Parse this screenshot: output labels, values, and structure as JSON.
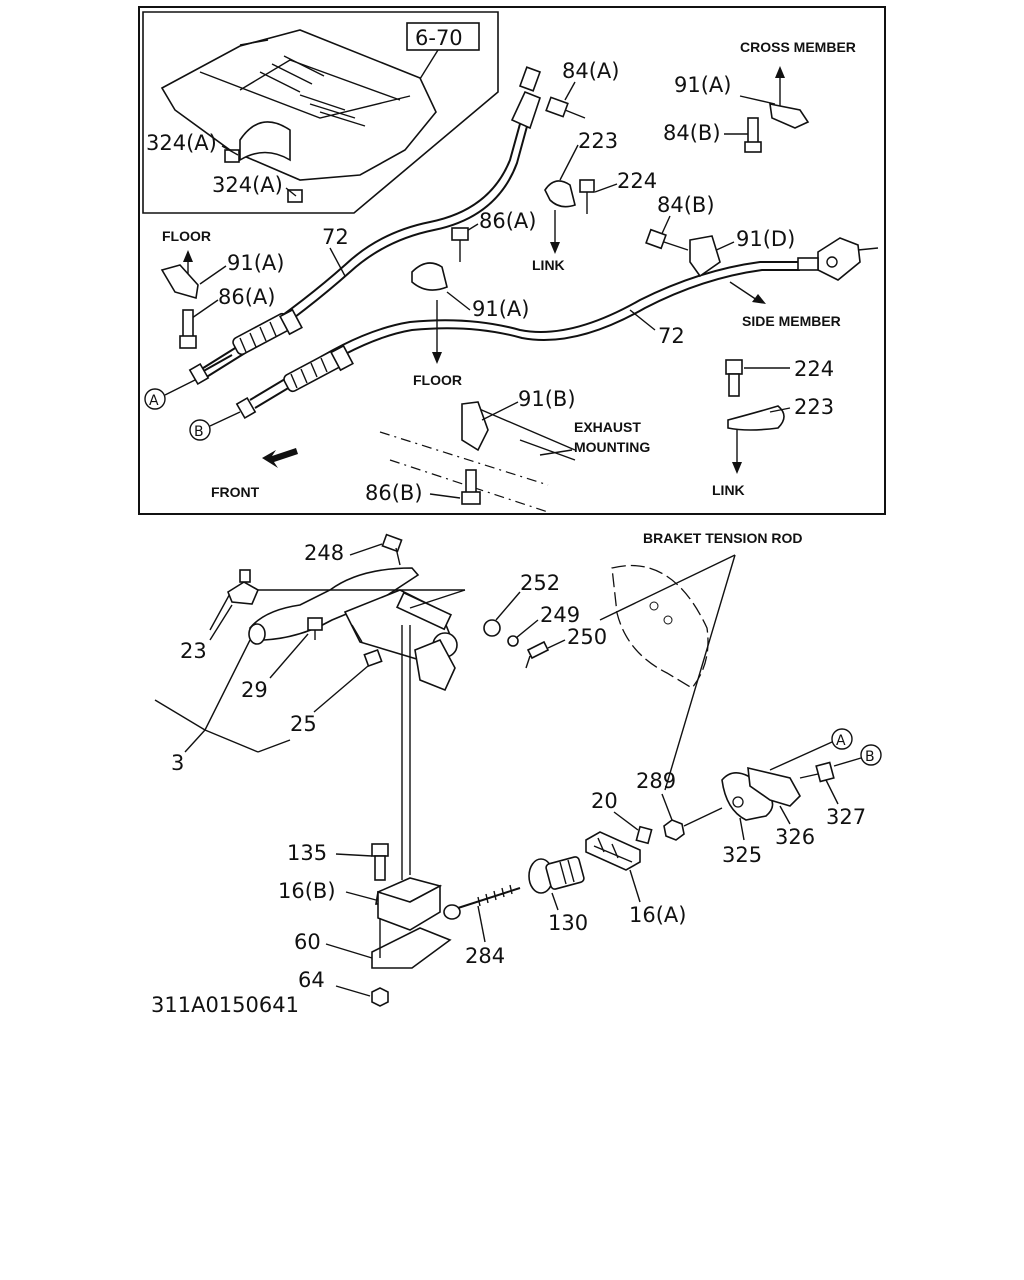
{
  "diagram": {
    "callouts": {
      "ref_6_70": "6-70",
      "p324a_1": "324(A)",
      "p324a_2": "324(A)",
      "p84a": "84(A)",
      "p91a_top": "91(A)",
      "p84b_top": "84(B)",
      "p223_top": "223",
      "p224_top": "224",
      "p84b_mid": "84(B)",
      "p86a_mid": "86(A)",
      "p91d": "91(D)",
      "p72_left": "72",
      "p91a_left": "91(A)",
      "p86a_left": "86(A)",
      "p91a_mid": "91(A)",
      "p72_right": "72",
      "p224_right": "224",
      "p223_right": "223",
      "p91b": "91(B)",
      "p86b": "86(B)",
      "circ_a": "A",
      "circ_b": "B",
      "p248": "248",
      "p252": "252",
      "p249": "249",
      "p250": "250",
      "p23": "23",
      "p29": "29",
      "p25": "25",
      "p3": "3",
      "p289": "289",
      "p20": "20",
      "p325": "325",
      "p326": "326",
      "p327": "327",
      "circ_a2": "A",
      "circ_b2": "B",
      "p135": "135",
      "p16b": "16(B)",
      "p60": "60",
      "p64": "64",
      "p284": "284",
      "p130": "130",
      "p16a": "16(A)"
    },
    "captions": {
      "cross_member": "CROSS MEMBER",
      "floor_left": "FLOOR",
      "link_top": "LINK",
      "side_member": "SIDE MEMBER",
      "floor_mid": "FLOOR",
      "exhaust_1": "EXHAUST",
      "exhaust_2": "MOUNTING",
      "link_right": "LINK",
      "front": "FRONT",
      "braket_tension_rod": "BRAKET TENSION ROD"
    },
    "drawing_number": "311A0150641"
  }
}
